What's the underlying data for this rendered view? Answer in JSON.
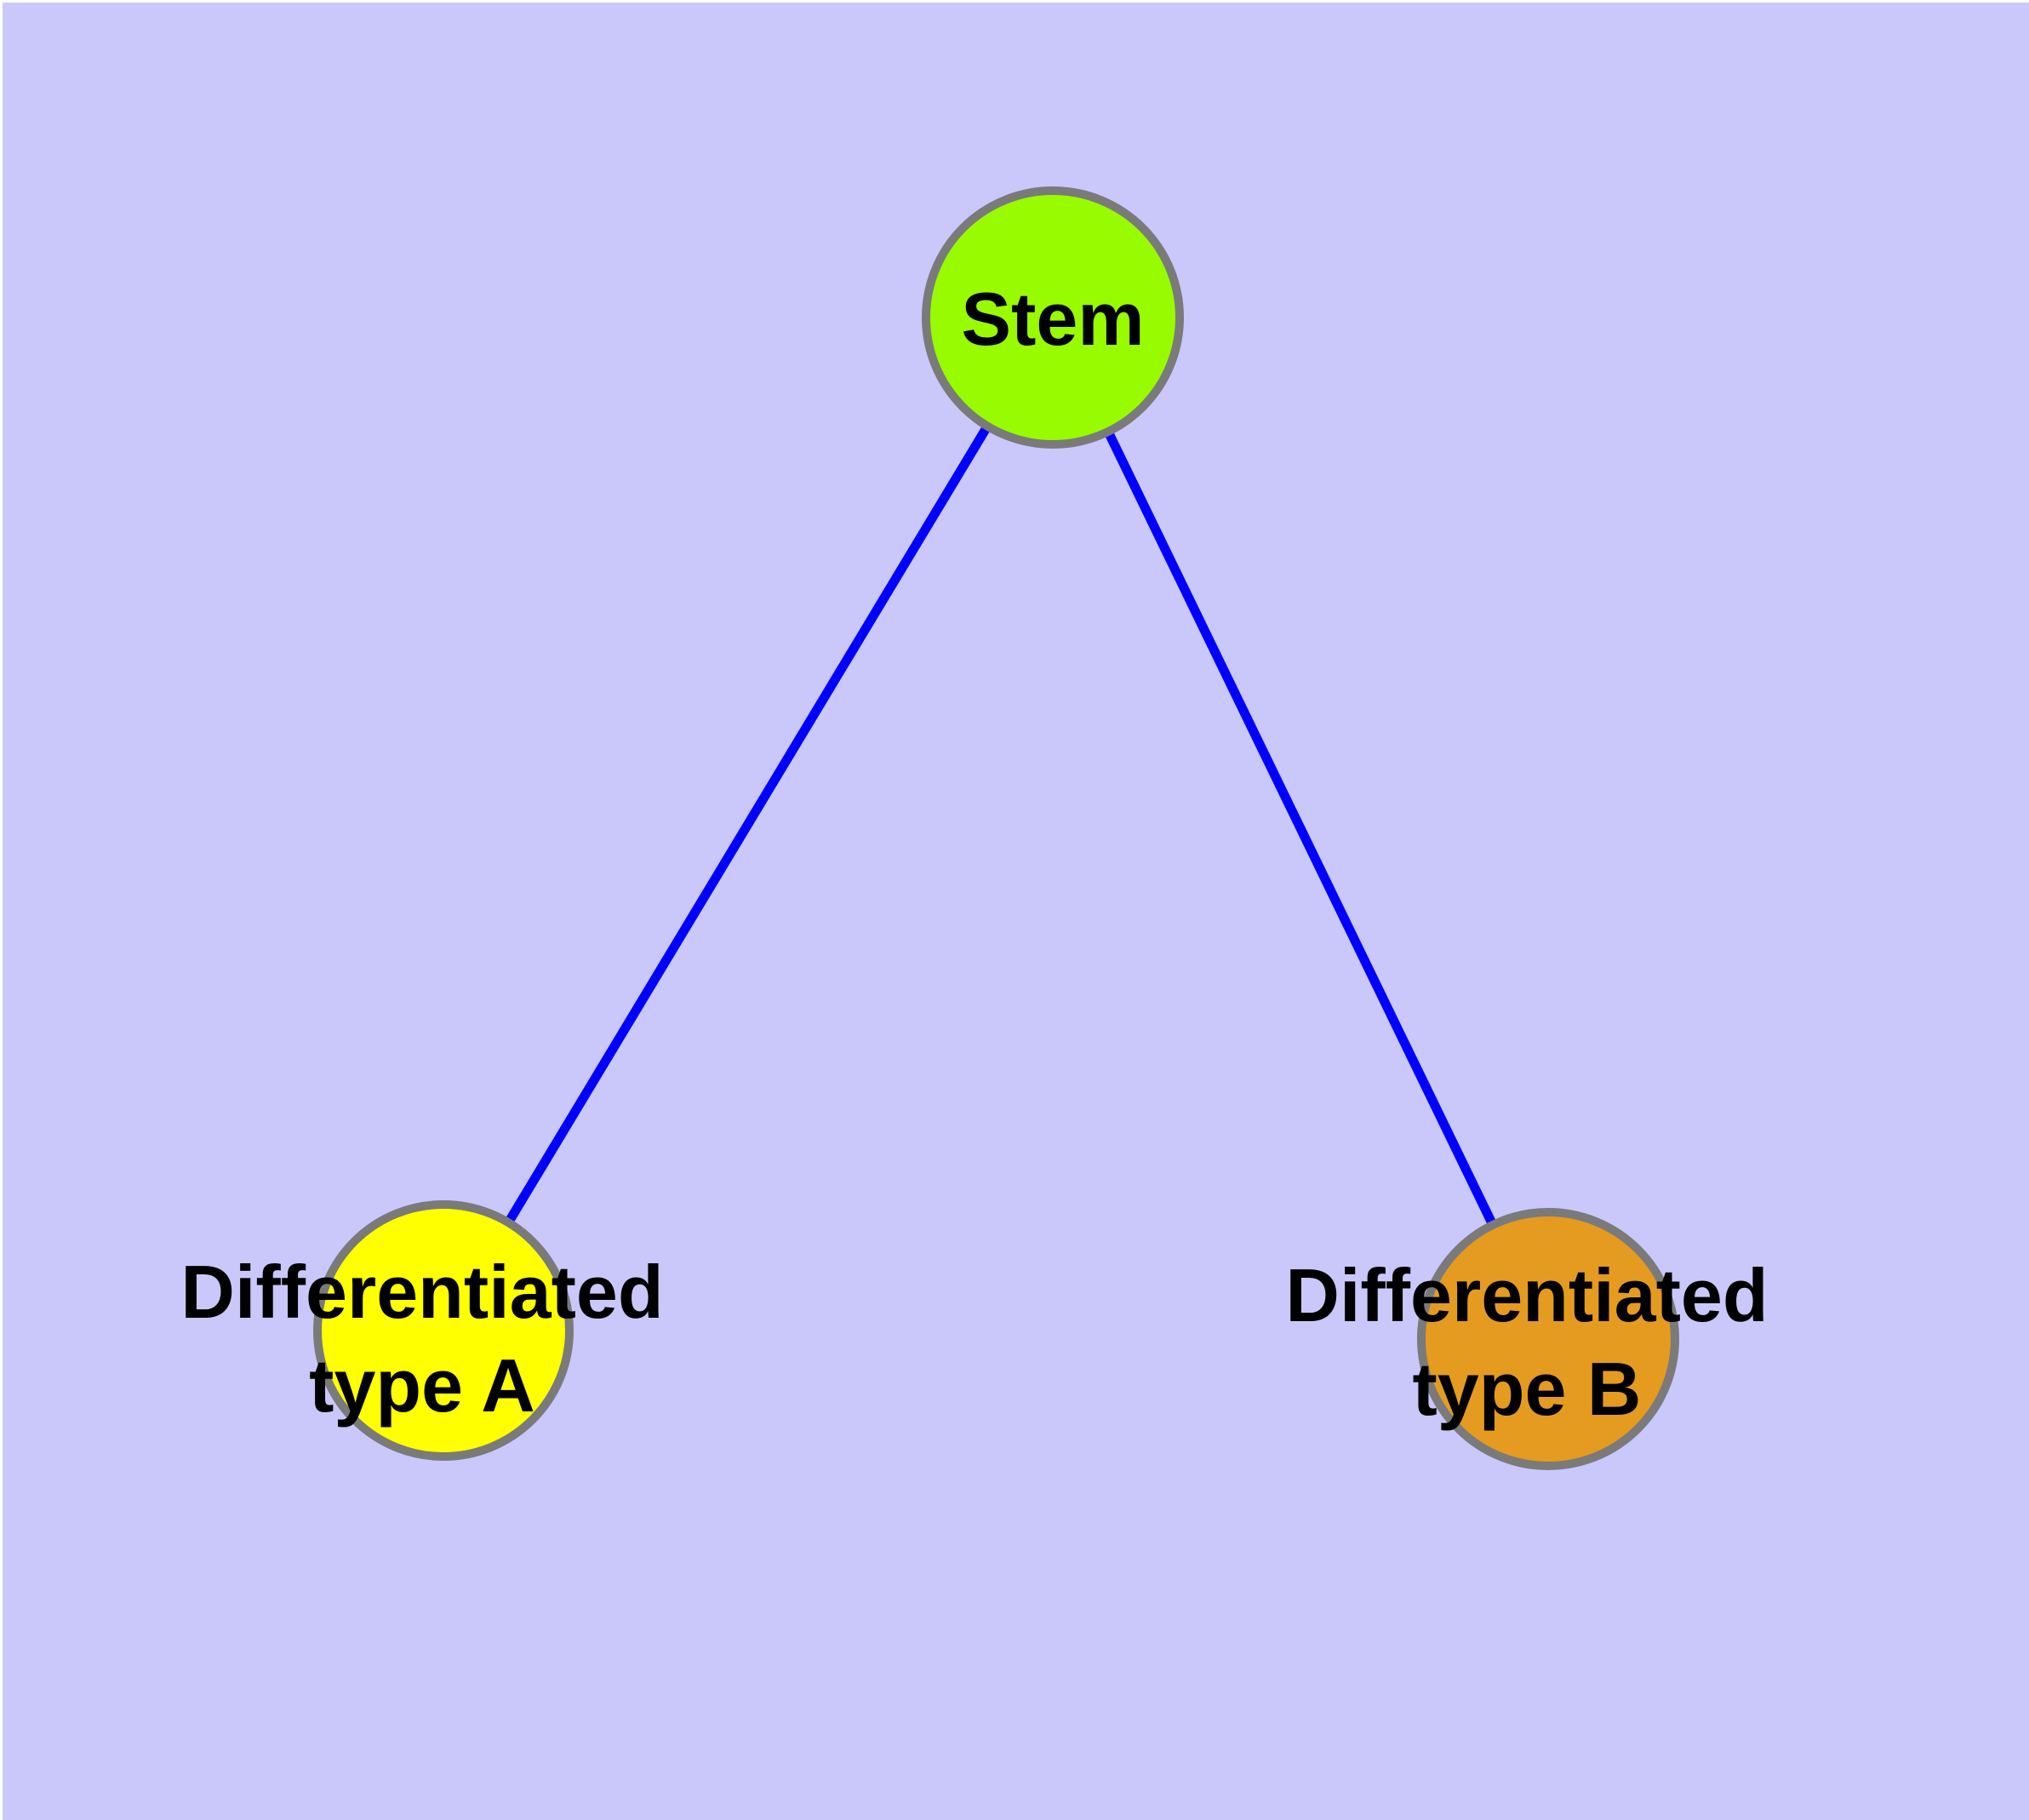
{
  "diagram": {
    "title": "stem cell differentiation graph",
    "background_color": "#cac8fa",
    "edge_color": "#0000ff",
    "node_border_color": "#7a7a7a",
    "label_color": "#000000",
    "nodes": {
      "stem": {
        "label": "Stem",
        "fill": "#98fb00"
      },
      "type_a": {
        "label_line1": "Differentiated",
        "label_line2": "type A",
        "fill": "#ffff00"
      },
      "type_b": {
        "label_line1": "Differentiated",
        "label_line2": "type B",
        "fill": "#e59b20"
      }
    },
    "edges": [
      {
        "name": "stem-to-type-a"
      },
      {
        "name": "stem-to-type-b"
      }
    ]
  }
}
